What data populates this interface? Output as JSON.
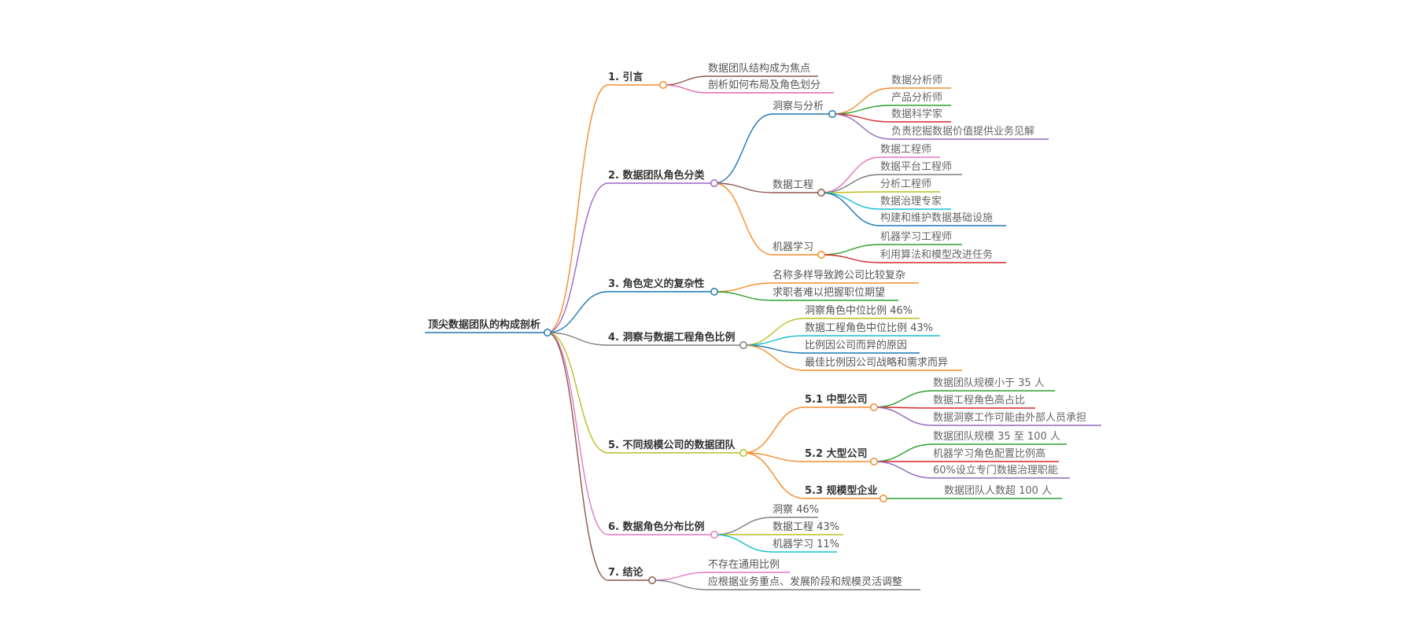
{
  "root": {
    "id": "root",
    "label": "顶尖数据团队的构成剖析"
  },
  "branches": [
    {
      "id": "b1",
      "label": "1. 引言",
      "color": "#f58c2b",
      "children": [
        {
          "id": "b1c1",
          "label": "数据团队结构成为焦点",
          "color": "#8b5a4a"
        },
        {
          "id": "b1c2",
          "label": "剖析如何布局及角色划分",
          "color": "#e066b0"
        }
      ]
    },
    {
      "id": "b2",
      "label": "2. 数据团队角色分类",
      "color": "#a262c9",
      "children": [
        {
          "id": "b2c1",
          "label": "洞察与分析",
          "color": "#1f77b4",
          "children": [
            {
              "id": "b2c1a",
              "label": "数据分析师",
              "color": "#f58c2b"
            },
            {
              "id": "b2c1b",
              "label": "产品分析师",
              "color": "#2ca02c"
            },
            {
              "id": "b2c1c",
              "label": "数据科学家",
              "color": "#d62728"
            },
            {
              "id": "b2c1d",
              "label": "负责挖掘数据价值提供业务见解",
              "color": "#9467bd"
            }
          ]
        },
        {
          "id": "b2c2",
          "label": "数据工程",
          "color": "#8c564b",
          "children": [
            {
              "id": "b2c2a",
              "label": "数据工程师",
              "color": "#e377c2"
            },
            {
              "id": "b2c2b",
              "label": "数据平台工程师",
              "color": "#7f7f7f"
            },
            {
              "id": "b2c2c",
              "label": "分析工程师",
              "color": "#bcbd22"
            },
            {
              "id": "b2c2d",
              "label": "数据治理专家",
              "color": "#17becf"
            },
            {
              "id": "b2c2e",
              "label": "构建和维护数据基础设施",
              "color": "#1f77b4"
            }
          ]
        },
        {
          "id": "b2c3",
          "label": "机器学习",
          "color": "#f58c2b",
          "children": [
            {
              "id": "b2c3a",
              "label": "机器学习工程师",
              "color": "#2ca02c"
            },
            {
              "id": "b2c3b",
              "label": "利用算法和模型改进任务",
              "color": "#d62728"
            }
          ]
        }
      ]
    },
    {
      "id": "b3",
      "label": "3. 角色定义的复杂性",
      "color": "#1f77b4",
      "children": [
        {
          "id": "b3c1",
          "label": "名称多样导致跨公司比较复杂",
          "color": "#f58c2b"
        },
        {
          "id": "b3c2",
          "label": "求职者难以把握职位期望",
          "color": "#2ca02c"
        }
      ]
    },
    {
      "id": "b4",
      "label": "4. 洞察与数据工程角色比例",
      "color": "#7f7f7f",
      "children": [
        {
          "id": "b4c1",
          "label": "洞察角色中位比例 46%",
          "color": "#bcbd22"
        },
        {
          "id": "b4c2",
          "label": "数据工程角色中位比例 43%",
          "color": "#17becf"
        },
        {
          "id": "b4c3",
          "label": "比例因公司而异的原因",
          "color": "#1f77b4"
        },
        {
          "id": "b4c4",
          "label": "最佳比例因公司战略和需求而异",
          "color": "#f58c2b"
        }
      ]
    },
    {
      "id": "b5",
      "label": "5. 不同规模公司的数据团队",
      "color": "#bcbd22",
      "children": [
        {
          "id": "b5c1",
          "label": "5.1 中型公司",
          "color": "#f58c2b",
          "children": [
            {
              "id": "b5c1a",
              "label": "数据团队规模小于 35 人",
              "color": "#2ca02c"
            },
            {
              "id": "b5c1b",
              "label": "数据工程角色高占比",
              "color": "#d62728"
            },
            {
              "id": "b5c1c",
              "label": "数据洞察工作可能由外部人员承担",
              "color": "#9467bd"
            }
          ]
        },
        {
          "id": "b5c2",
          "label": "5.2 大型公司",
          "color": "#f58c2b",
          "children": [
            {
              "id": "b5c2a",
              "label": "数据团队规模 35 至 100 人",
              "color": "#2ca02c"
            },
            {
              "id": "b5c2b",
              "label": "机器学习角色配置比例高",
              "color": "#d62728"
            },
            {
              "id": "b5c2c",
              "label": "60%设立专门数据治理职能",
              "color": "#9467bd"
            }
          ]
        },
        {
          "id": "b5c3",
          "label": "5.3 规模型企业",
          "color": "#f58c2b",
          "children": [
            {
              "id": "b5c3a",
              "label": "数据团队人数超 100 人",
              "color": "#2ca02c"
            }
          ]
        }
      ]
    },
    {
      "id": "b6",
      "label": "6. 数据角色分布比例",
      "color": "#e377c2",
      "children": [
        {
          "id": "b6c1",
          "label": "洞察 46%",
          "color": "#7f7f7f"
        },
        {
          "id": "b6c2",
          "label": "数据工程 43%",
          "color": "#bcbd22"
        },
        {
          "id": "b6c3",
          "label": "机器学习 11%",
          "color": "#17becf"
        }
      ]
    },
    {
      "id": "b7",
      "label": "7. 结论",
      "color": "#8c564b",
      "children": [
        {
          "id": "b7c1",
          "label": "不存在通用比例",
          "color": "#e377c2"
        },
        {
          "id": "b7c2",
          "label": "应根据业务重点、发展阶段和规模灵活调整",
          "color": "#7f7f7f"
        }
      ]
    }
  ]
}
